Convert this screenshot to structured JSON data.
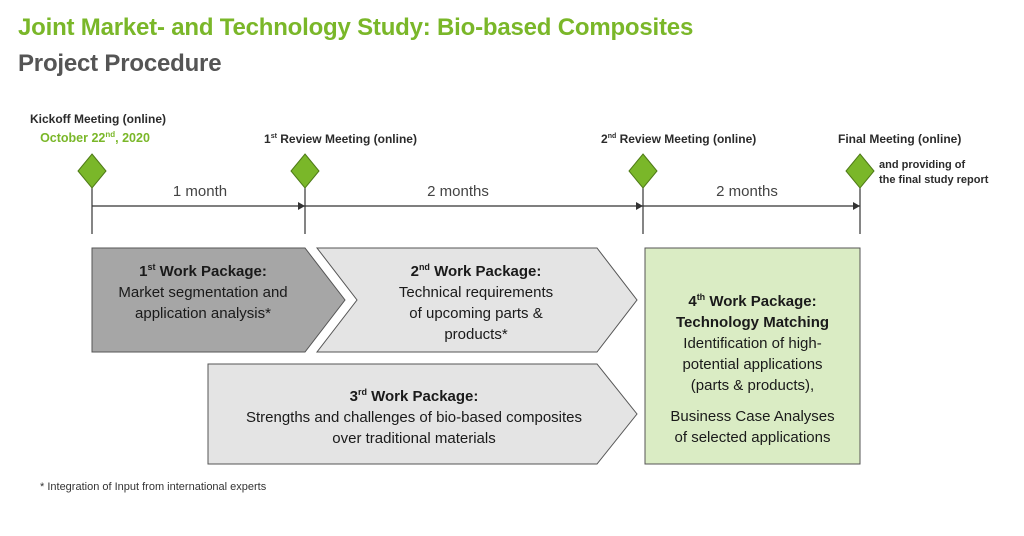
{
  "header": {
    "title": "Joint Market- and Technology Study: Bio-based Composites",
    "subtitle": "Project Procedure"
  },
  "milestones": {
    "kickoff": {
      "label": "Kickoff Meeting (online)",
      "date_prefix": "October 22",
      "date_sup": "nd",
      "date_suffix": ", 2020"
    },
    "review1": {
      "sup": "st",
      "label": "1",
      "label_rest": " Review Meeting (online)"
    },
    "review2": {
      "sup": "nd",
      "label": "2",
      "label_rest": " Review Meeting (online)"
    },
    "final": {
      "label": "Final Meeting (online)",
      "note_line1": "and providing of",
      "note_line2": "the final study report"
    }
  },
  "durations": [
    "1 month",
    "2 months",
    "2 months"
  ],
  "work_packages": {
    "wp1": {
      "num": "1",
      "sup": "st",
      "title_rest": " Work Package:",
      "line1": "Market segmentation and",
      "line2": "application analysis*"
    },
    "wp2": {
      "num": "2",
      "sup": "nd",
      "title_rest": " Work Package:",
      "line1": "Technical requirements",
      "line2": "of upcoming parts &",
      "line3": "products*"
    },
    "wp3": {
      "num": "3",
      "sup": "rd",
      "title_rest": " Work Package:",
      "line1": "Strengths and challenges of bio-based composites",
      "line2": "over traditional materials"
    },
    "wp4": {
      "num": "4",
      "sup": "th",
      "title_rest": " Work Package:",
      "subtitle": "Technology Matching",
      "line1": "Identification of high-",
      "line2": "potential applications",
      "line3": "(parts & products),",
      "line4": "Business Case Analyses",
      "line5": "of selected applications"
    }
  },
  "footnote": "* Integration of Input from international experts",
  "colors": {
    "green": "#7ab729",
    "wp1_fill": "#a6a6a6",
    "wp_light_fill": "#e4e4e4",
    "wp4_fill": "#daecc4",
    "diamond": "#7ab729"
  }
}
